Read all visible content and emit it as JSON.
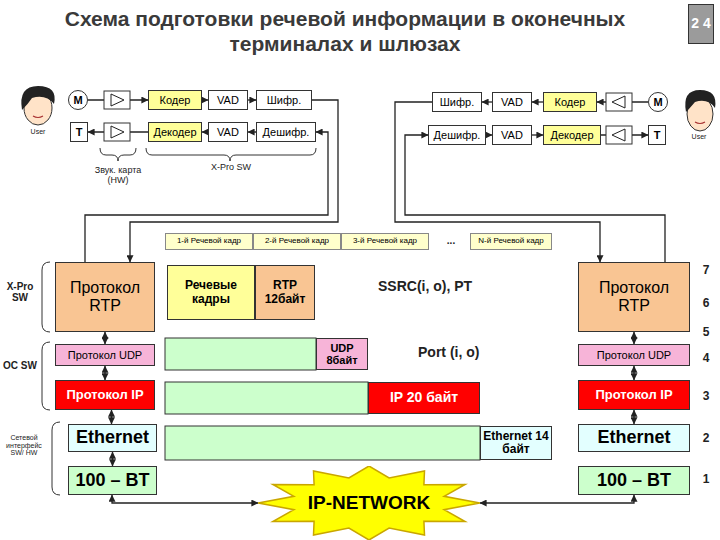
{
  "diagram": {
    "title": "Схема подготовки речевой информации в оконечных терминалах и шлюзах",
    "nodes": [
      {
        "text": [
          "2 4"
        ]
      },
      {
        "text": [
          "M"
        ]
      },
      {
        "text": [
          "Кодер"
        ]
      },
      {
        "text": [
          "VAD"
        ]
      },
      {
        "text": [
          "Шифр."
        ]
      },
      {
        "text": [
          "T"
        ]
      },
      {
        "text": [
          "Декодер"
        ]
      },
      {
        "text": [
          "VAD"
        ]
      },
      {
        "text": [
          "Дешифр."
        ]
      },
      {
        "text": [
          "Шифр."
        ]
      },
      {
        "text": [
          "VAD"
        ]
      },
      {
        "text": [
          "Кодер"
        ]
      },
      {
        "text": [
          "M"
        ]
      },
      {
        "text": [
          "Дешифр."
        ]
      },
      {
        "text": [
          "VAD"
        ]
      },
      {
        "text": [
          "Декодер"
        ]
      },
      {
        "text": [
          "T"
        ]
      },
      {
        "text": [
          "1-й Речевой кадр"
        ]
      },
      {
        "text": [
          "2-й Речевой кадр"
        ]
      },
      {
        "text": [
          "3-й Речевой кадр"
        ]
      },
      {
        "text": [
          "N-й Речевой кадр"
        ]
      },
      {
        "text": [
          "Протокол RTP"
        ]
      },
      {
        "text": [
          "Речевые кадры"
        ]
      },
      {
        "text": [
          "RTP 12байт"
        ]
      },
      {
        "text": [
          "Протокол RTP"
        ]
      },
      {
        "text": [
          "Протокол UDP"
        ]
      },
      {
        "text": [
          "UDP 8байт"
        ]
      },
      {
        "text": [
          "Протокол UDP"
        ]
      },
      {
        "text": [
          "Протокол IP"
        ]
      },
      {
        "text": [
          "IP 20 байт"
        ]
      },
      {
        "text": [
          "Протокол IP"
        ]
      },
      {
        "text": [
          "Ethernet"
        ]
      },
      {
        "text": [
          "Ethernet 14 байт"
        ]
      },
      {
        "text": [
          "Ethernet"
        ]
      },
      {
        "text": [
          "100 – BT"
        ]
      },
      {
        "text": [
          "100 – BT"
        ]
      },
      {
        "text": [
          "IP-NETWORK"
        ]
      }
    ],
    "edges": [
      {
        "from": 1,
        "to": 2,
        "arrow": "to"
      },
      {
        "from": 2,
        "to": 3,
        "arrow": "to"
      },
      {
        "from": 3,
        "to": 4,
        "arrow": "to"
      },
      {
        "from": 4,
        "to": 21,
        "arrow": "to"
      },
      {
        "from": 21,
        "to": 8,
        "arrow": "to"
      },
      {
        "from": 8,
        "to": 7,
        "arrow": "to"
      },
      {
        "from": 7,
        "to": 6,
        "arrow": "to"
      },
      {
        "from": 6,
        "to": 5,
        "arrow": "to"
      },
      {
        "from": 12,
        "to": 11,
        "arrow": "to"
      },
      {
        "from": 11,
        "to": 10,
        "arrow": "to"
      },
      {
        "from": 10,
        "to": 9,
        "arrow": "to"
      },
      {
        "from": 9,
        "to": 24,
        "arrow": "to"
      },
      {
        "from": 24,
        "to": 13,
        "arrow": "to"
      },
      {
        "from": 13,
        "to": 14,
        "arrow": "to"
      },
      {
        "from": 14,
        "to": 15,
        "arrow": "to"
      },
      {
        "from": 15,
        "to": 16,
        "arrow": "to"
      },
      {
        "from": 21,
        "to": 25,
        "arrow": "both"
      },
      {
        "from": 25,
        "to": 28,
        "arrow": "both"
      },
      {
        "from": 28,
        "to": 31,
        "arrow": "both"
      },
      {
        "from": 31,
        "to": 34,
        "arrow": "both"
      },
      {
        "from": 24,
        "to": 27,
        "arrow": "both"
      },
      {
        "from": 27,
        "to": 30,
        "arrow": "both"
      },
      {
        "from": 30,
        "to": 33,
        "arrow": "both"
      },
      {
        "from": 34,
        "to": 36,
        "arrow": "both"
      },
      {
        "from": 35,
        "to": 36,
        "arrow": "both"
      }
    ],
    "labels": [
      "User",
      "User",
      "Звук. карта (HW)",
      "X-Pro SW",
      "...",
      "X-Pro SW",
      "SSRC(i, o), PT",
      "ОС SW",
      "Port (i, o)",
      "Сетевой интерфейс SW/ HW",
      "7",
      "6",
      "5",
      "4",
      "3",
      "2",
      "1"
    ]
  }
}
